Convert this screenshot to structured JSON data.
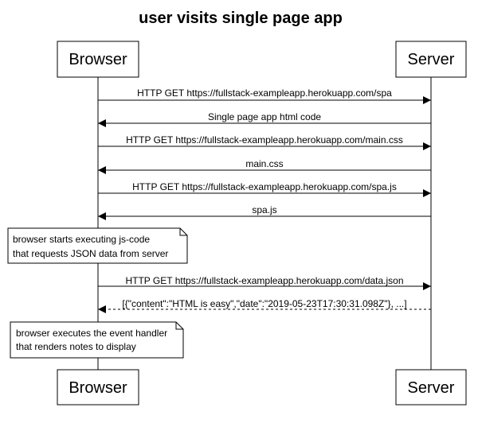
{
  "title": "user visits single page app",
  "participants": {
    "browser": "Browser",
    "server": "Server"
  },
  "messages": [
    {
      "label": "HTTP GET https://fullstack-exampleapp.herokuapp.com/spa",
      "direction": "to-server",
      "style": "solid"
    },
    {
      "label": "Single page app html code",
      "direction": "to-browser",
      "style": "solid"
    },
    {
      "label": "HTTP GET https://fullstack-exampleapp.herokuapp.com/main.css",
      "direction": "to-server",
      "style": "solid"
    },
    {
      "label": "main.css",
      "direction": "to-browser",
      "style": "solid"
    },
    {
      "label": "HTTP GET https://fullstack-exampleapp.herokuapp.com/spa.js",
      "direction": "to-server",
      "style": "solid"
    },
    {
      "label": "spa.js",
      "direction": "to-browser",
      "style": "solid"
    },
    {
      "label": "HTTP GET https://fullstack-exampleapp.herokuapp.com/data.json",
      "direction": "to-server",
      "style": "solid"
    },
    {
      "label": "[{\"content\":\"HTML is easy\",\"date\":\"2019-05-23T17:30:31.098Z\"}, ...]",
      "direction": "to-browser",
      "style": "dashed"
    }
  ],
  "notes": [
    {
      "lines": [
        "browser starts executing js-code",
        "that requests JSON data from server"
      ]
    },
    {
      "lines": [
        "browser executes the event handler",
        "that renders notes to display"
      ]
    }
  ],
  "colors": {
    "stroke": "#000000",
    "fill": "#ffffff",
    "text": "#000000"
  }
}
